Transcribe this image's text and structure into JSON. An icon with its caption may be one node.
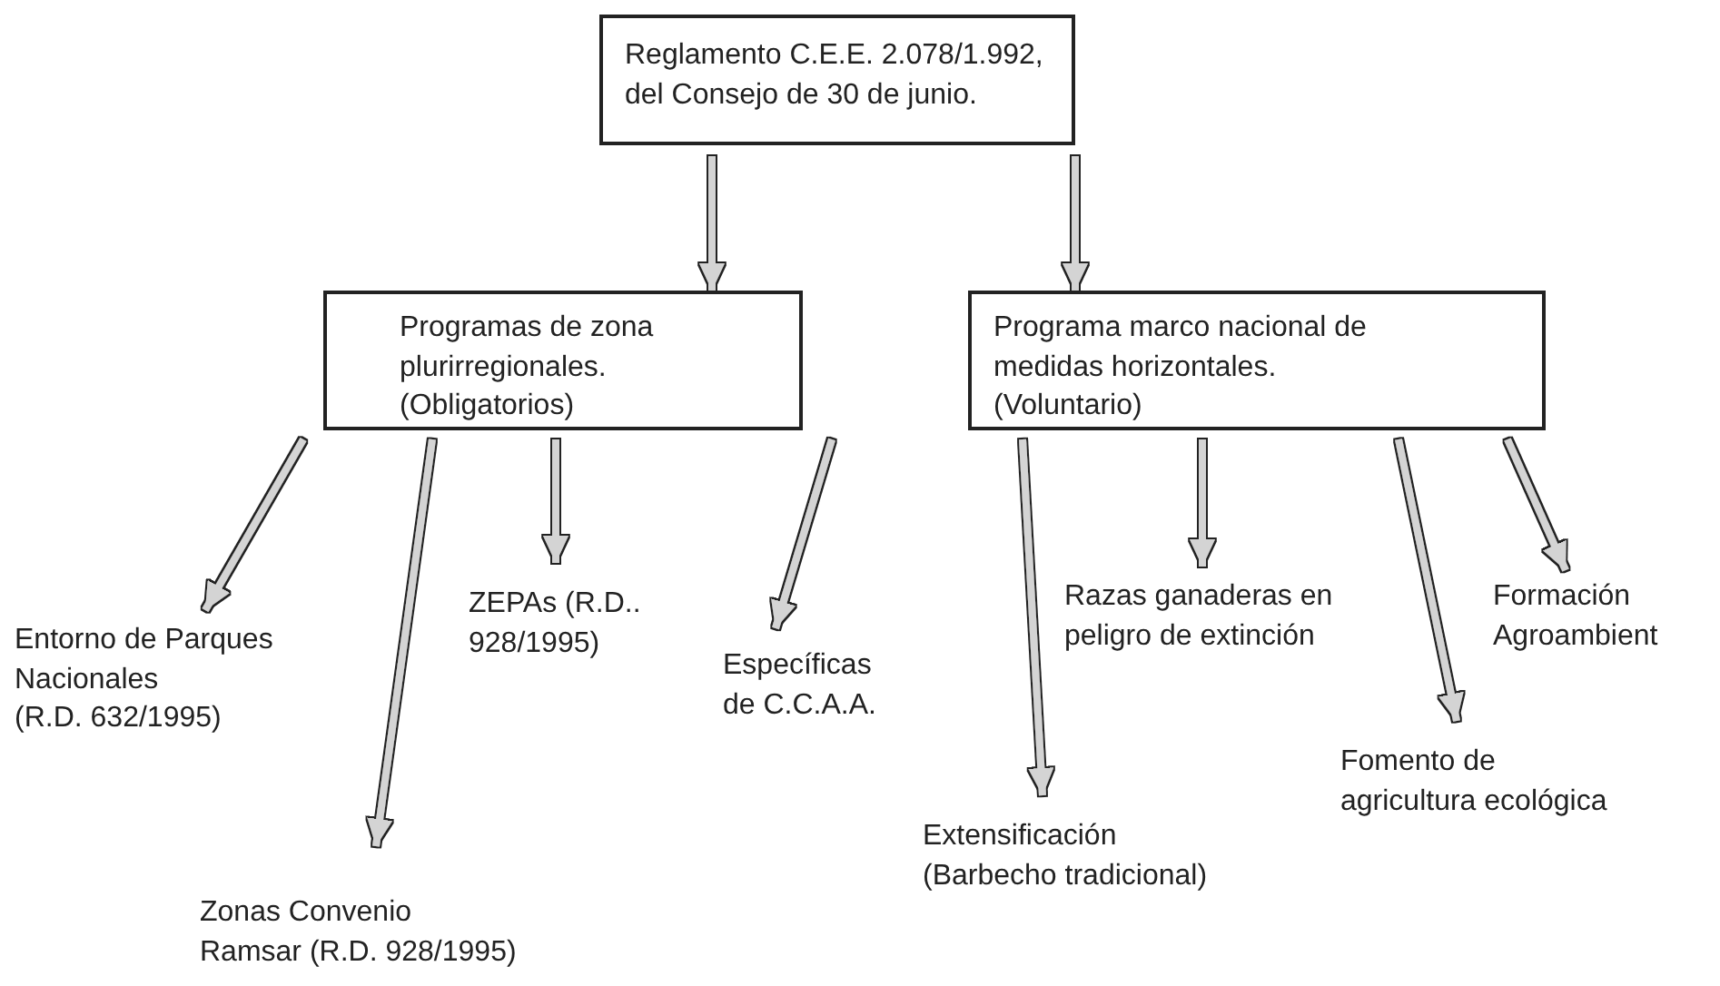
{
  "diagram": {
    "nodes": [
      {
        "text": [
          "Reglamento C.E.E. 2.078/1.992, del Consejo de 30 de junio."
        ]
      },
      {
        "text": [
          "Programas de zona plurirregionales.",
          "(Obligatorios)"
        ]
      },
      {
        "text": [
          "Programa marco nacional de medidas horizontales.",
          "(Voluntario)"
        ]
      },
      {
        "text": [
          "Entorno de Parques Nacionales",
          "(R.D. 632/1995)"
        ]
      },
      {
        "text": [
          "Zonas Convenio Ramsar (R.D. 928/1995)"
        ]
      },
      {
        "text": [
          "ZEPAs (R.D.. 928/1995)"
        ]
      },
      {
        "text": [
          "Específicas de C.C.A.A."
        ]
      },
      {
        "text": [
          "Extensificación (Barbecho tradicional)"
        ]
      },
      {
        "text": [
          "Razas ganaderas en peligro de extinción"
        ]
      },
      {
        "text": [
          "Fomento de agricultura ecológica"
        ]
      },
      {
        "text": [
          "Formación Agroambient"
        ]
      }
    ],
    "edges": [
      {
        "from": 0,
        "to": 1,
        "arrow": "to"
      },
      {
        "from": 0,
        "to": 2,
        "arrow": "to"
      },
      {
        "from": 1,
        "to": 3,
        "arrow": "to"
      },
      {
        "from": 1,
        "to": 4,
        "arrow": "to"
      },
      {
        "from": 1,
        "to": 5,
        "arrow": "to"
      },
      {
        "from": 1,
        "to": 6,
        "arrow": "to"
      },
      {
        "from": 2,
        "to": 7,
        "arrow": "to"
      },
      {
        "from": 2,
        "to": 8,
        "arrow": "to"
      },
      {
        "from": 2,
        "to": 9,
        "arrow": "to"
      },
      {
        "from": 2,
        "to": 10,
        "arrow": "to"
      }
    ]
  }
}
